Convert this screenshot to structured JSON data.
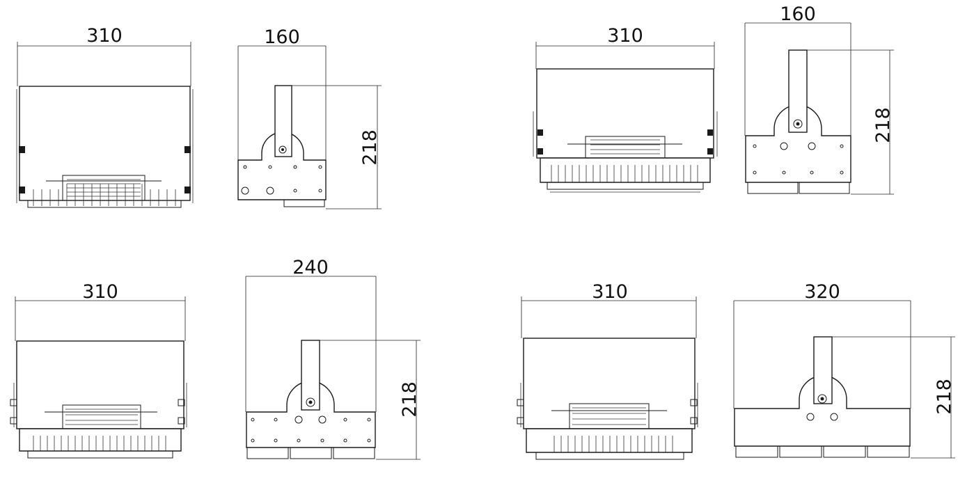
{
  "views": [
    {
      "id": "v1",
      "width_label": "310"
    },
    {
      "id": "v2",
      "width_label": "160",
      "height_label": "218"
    },
    {
      "id": "v3",
      "width_label": "310"
    },
    {
      "id": "v4",
      "width_label": "160",
      "height_label": "218"
    },
    {
      "id": "v5",
      "width_label": "310"
    },
    {
      "id": "v6",
      "width_label": "240",
      "height_label": "218"
    },
    {
      "id": "v7",
      "width_label": "310"
    },
    {
      "id": "v8",
      "width_label": "320",
      "height_label": "218"
    }
  ],
  "colors": {
    "line": "#1a1a1a",
    "background": "#ffffff"
  }
}
